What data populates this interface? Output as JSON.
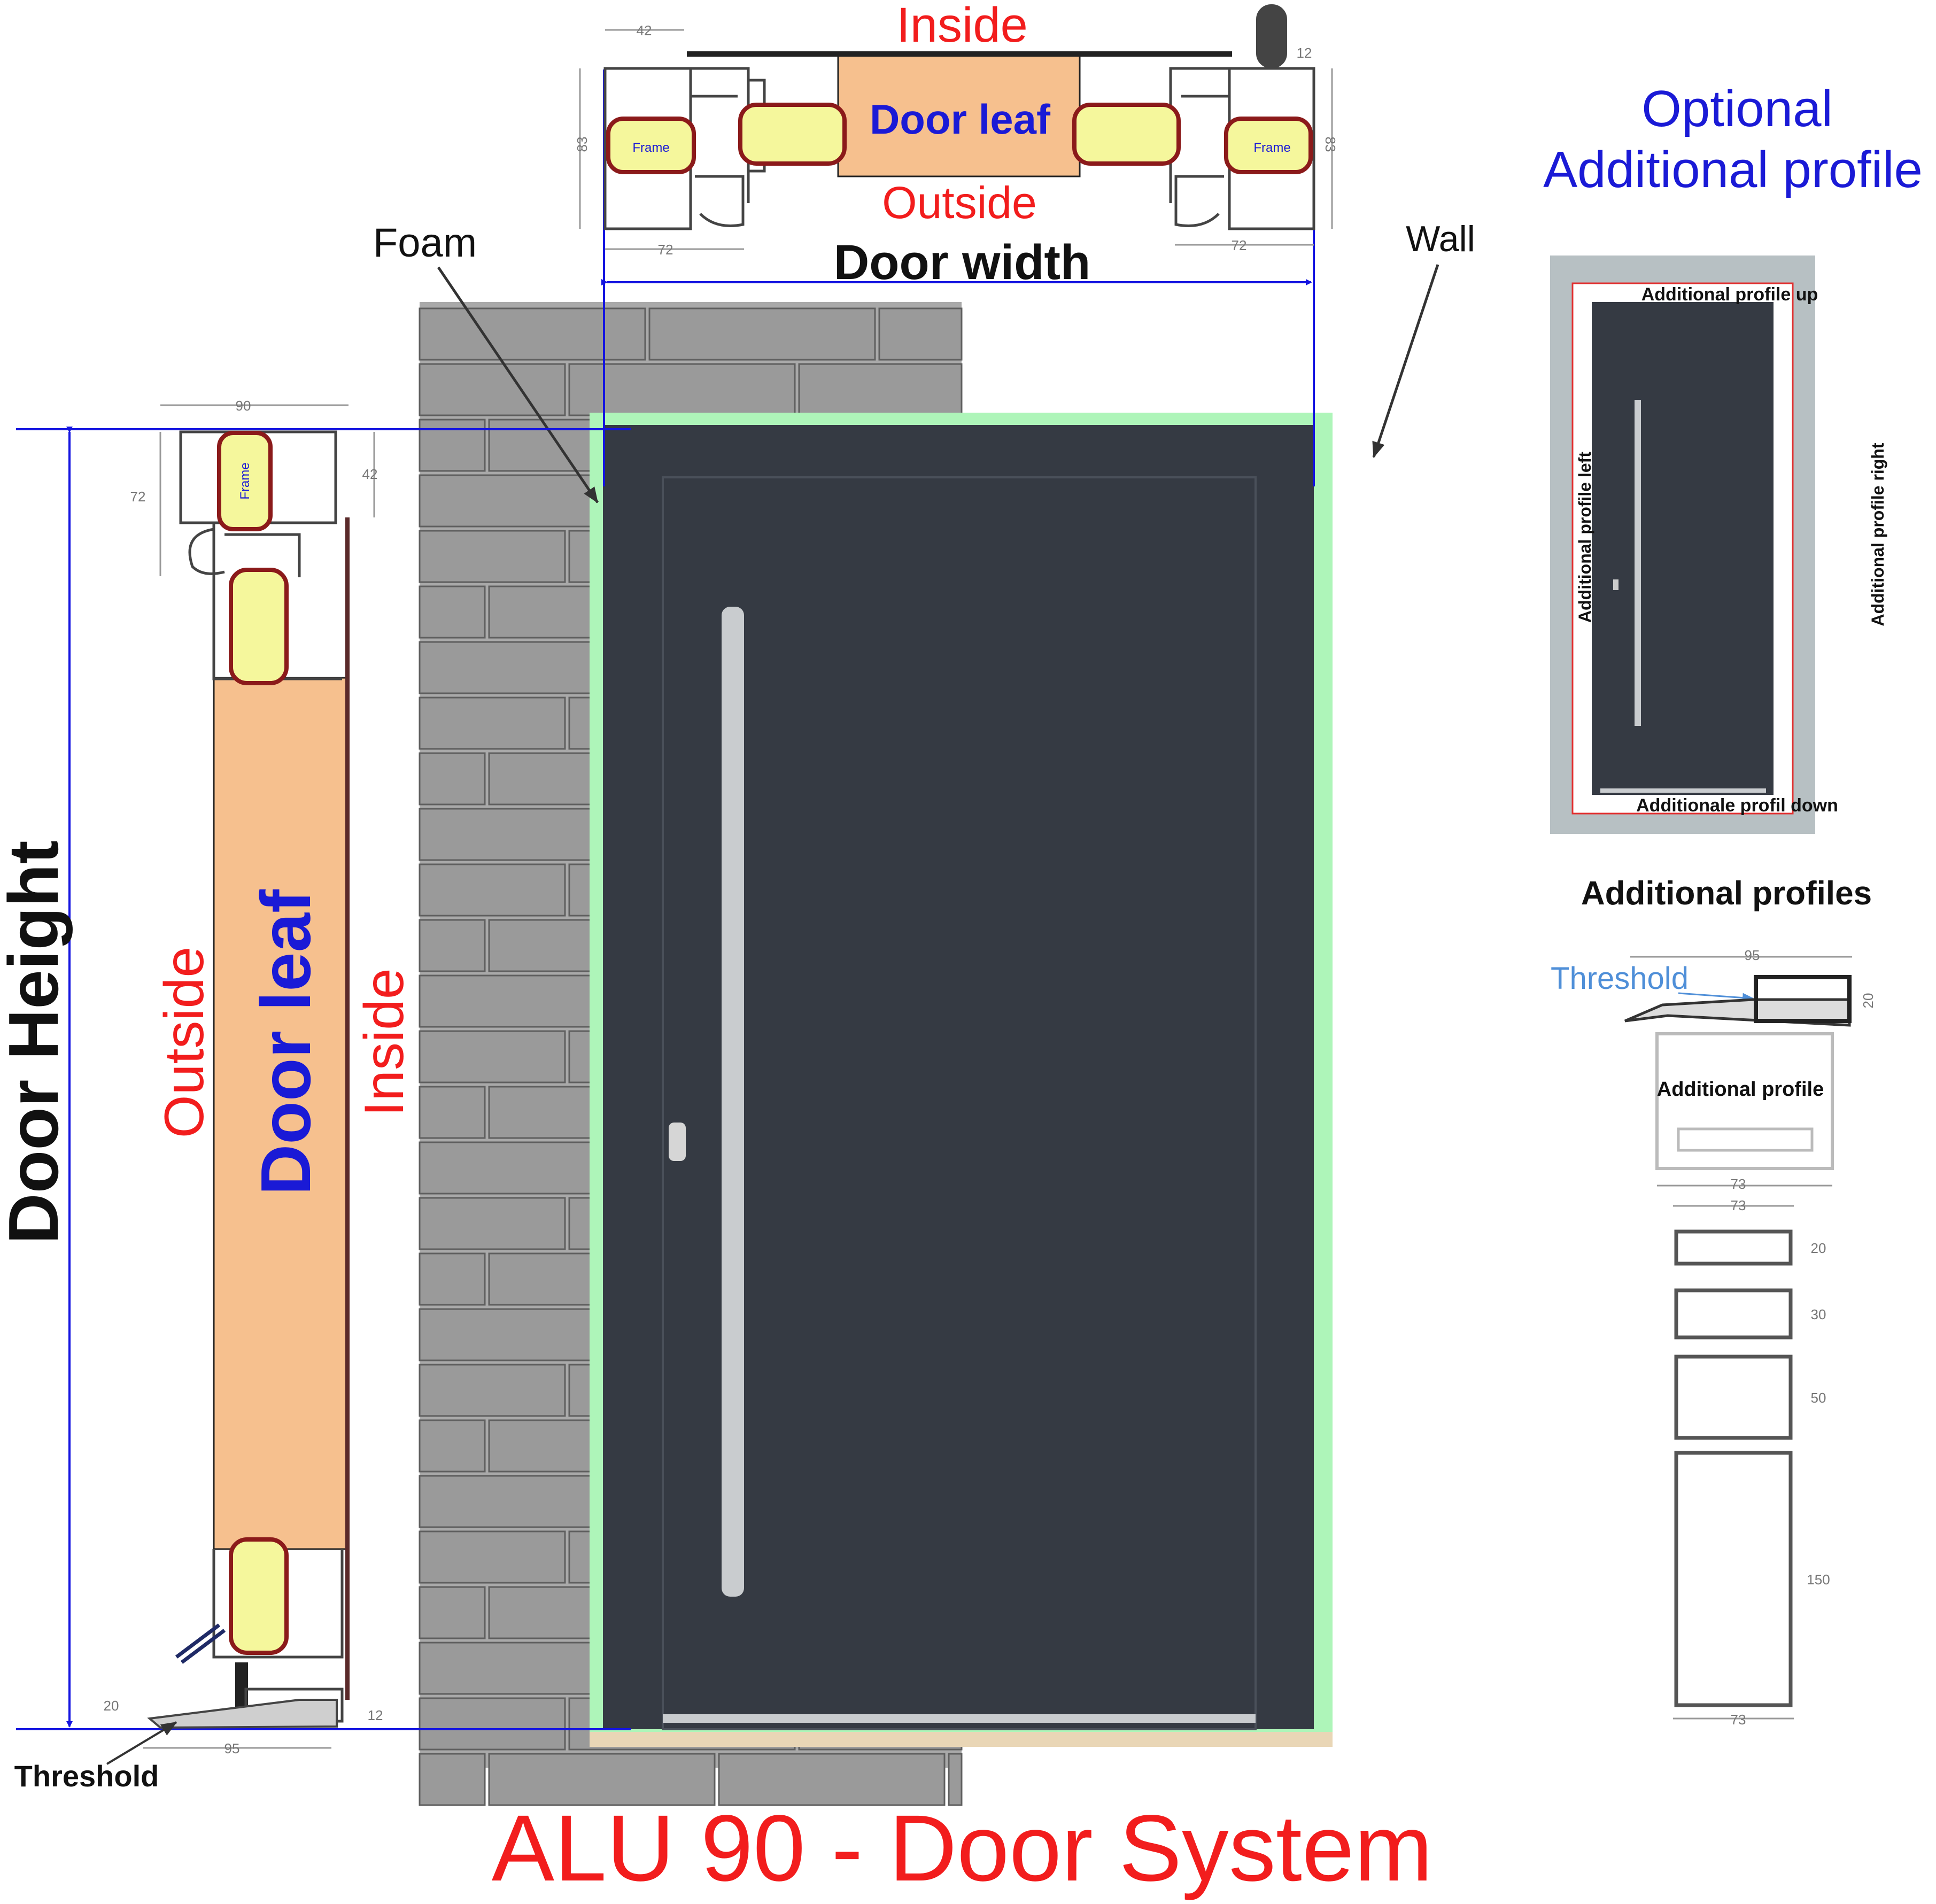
{
  "title": "ALU 90 - Door System",
  "colors": {
    "title_red": "#f21d1d",
    "leaf_blue": "#1a1ad6",
    "foam_green": "#aef5b9",
    "door_leaf_fill": "#f6c08e",
    "door_panel": "#353a43",
    "insulation_yellow": "#f5f79c",
    "wall_gray": "#a9a9a9",
    "dimension_blue": "#1414e0"
  },
  "top_section": {
    "inside": "Inside",
    "outside": "Outside",
    "door_leaf": "Door leaf",
    "frame_left": "Frame",
    "frame_right": "Frame",
    "dim_42": "42",
    "dim_12": "12",
    "dim_83_left": "83",
    "dim_83_right": "83",
    "dim_72_left": "72",
    "dim_72_right": "72",
    "door_width": "Door width"
  },
  "labels": {
    "foam": "Foam",
    "wall": "Wall",
    "threshold_bottom": "Threshold"
  },
  "side_section": {
    "door_height": "Door Height",
    "outside": "Outside",
    "door_leaf": "Door leaf",
    "inside": "Inside",
    "frame": "Frame",
    "dim_90": "90",
    "dim_72": "72",
    "dim_42": "42",
    "dim_20": "20",
    "dim_12": "12",
    "dim_95": "95"
  },
  "optional": {
    "title_line1": "Optional",
    "title_line2": "Additional profile",
    "profile_up": "Additional profile up",
    "profile_left": "Additional profile left",
    "profile_right": "Additional profile right",
    "profile_down": "Additionale profil down"
  },
  "additional_profiles": {
    "heading": "Additional profiles",
    "threshold": "Threshold",
    "additional_profile": "Additional profile",
    "dim_95": "95",
    "dim_20": "20",
    "dim_73_a": "73",
    "dim_73_b": "73",
    "dim_73_c": "73",
    "sizes": [
      "20",
      "30",
      "50",
      "150"
    ]
  }
}
